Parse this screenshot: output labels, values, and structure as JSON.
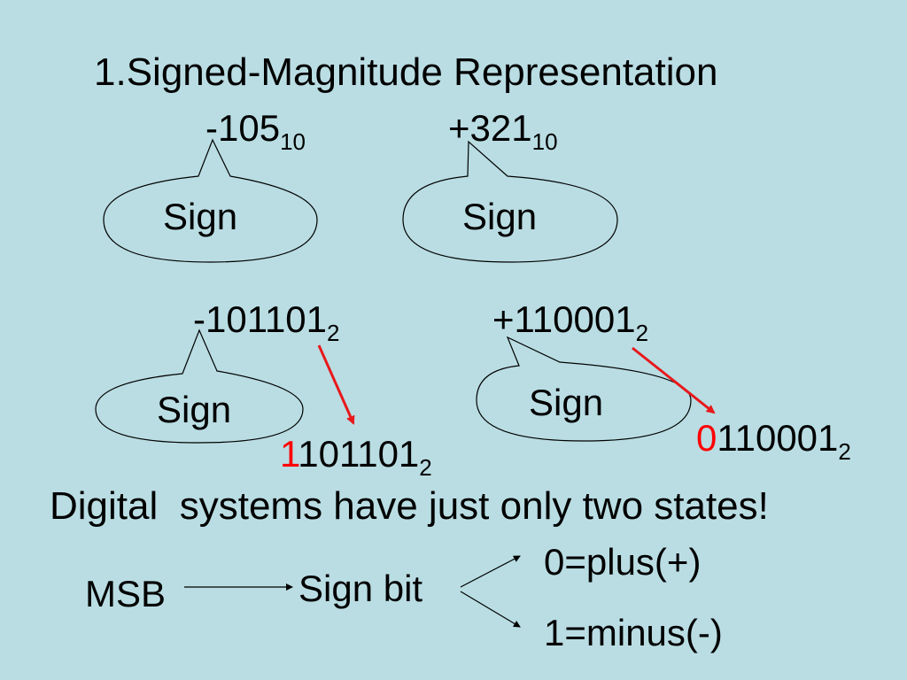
{
  "title": "1.Signed-Magnitude Representation",
  "decimal_examples": [
    {
      "number": "-105",
      "base": "10",
      "label": "Sign"
    },
    {
      "number": "+321",
      "base": "10",
      "label": "Sign"
    }
  ],
  "binary_examples": [
    {
      "number": "-101101",
      "base": "2",
      "label": "Sign",
      "result_sign_bit": "1",
      "result_magnitude": "101101",
      "result_base": "2"
    },
    {
      "number": "+110001",
      "base": "2",
      "label": "Sign",
      "result_sign_bit": "0",
      "result_magnitude": "110001",
      "result_base": "2"
    }
  ],
  "statement": "Digital  systems have just only two states!",
  "msb_flow": {
    "msb": "MSB",
    "sign_bit": "Sign bit",
    "plus": "0=plus(+)",
    "minus": "1=minus(-)"
  },
  "colors": {
    "background": "#b9dde3",
    "highlight": "#ff0000",
    "arrow_red": "#e8191b"
  }
}
